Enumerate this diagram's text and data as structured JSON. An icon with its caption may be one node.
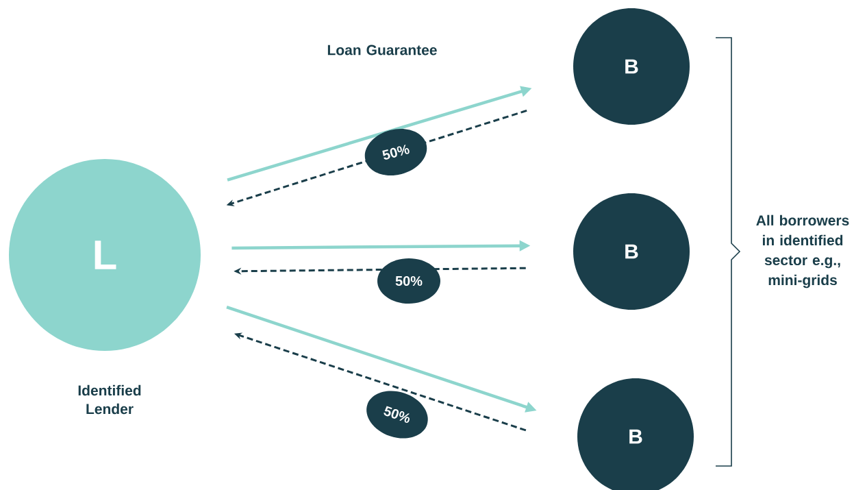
{
  "diagram": {
    "nodes": [
      {
        "text": [
          "L"
        ],
        "beside": [
          "Identified Lender"
        ]
      },
      {
        "text": [
          "B"
        ]
      },
      {
        "text": [
          "B"
        ]
      },
      {
        "text": [
          "B"
        ]
      }
    ],
    "edges": [
      {
        "from": 0,
        "to": 1,
        "arrow": "to"
      },
      {
        "from": 1,
        "to": 0,
        "arrow": "to",
        "label": "50%",
        "style": "dashed",
        "color": "#1a3e4a"
      },
      {
        "from": 0,
        "to": 2,
        "arrow": "to"
      },
      {
        "from": 2,
        "to": 0,
        "arrow": "to",
        "label": "50%",
        "style": "dashed",
        "color": "#1a3e4a"
      },
      {
        "from": 0,
        "to": 3,
        "arrow": "to"
      },
      {
        "from": 3,
        "to": 0,
        "arrow": "to",
        "label": "50%",
        "style": "dashed",
        "color": "#1a3e4a"
      }
    ],
    "labels": [
      "Loan Guarantee",
      "All borrowers in identified sector e.g., mini-grids"
    ]
  }
}
